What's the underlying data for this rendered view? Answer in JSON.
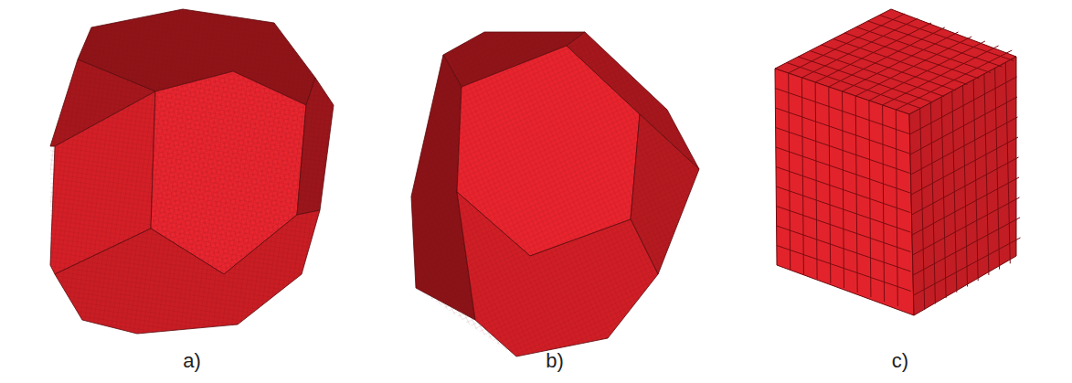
{
  "diagram": {
    "labels": [
      "a)",
      "b)",
      "c)"
    ]
  }
}
